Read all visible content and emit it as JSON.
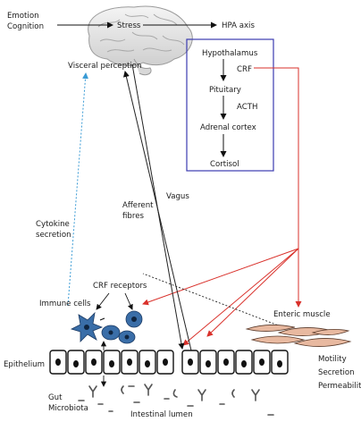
{
  "labels": {
    "emotion": "Emotion",
    "cognition": "Cognition",
    "stress": "Stress",
    "hpa_axis": "HPA axis",
    "visceral_perception": "Visceral perception",
    "hypothalamus": "Hypothalamus",
    "crf": "CRF",
    "pituitary": "Pituitary",
    "acth": "ACTH",
    "adrenal_cortex": "Adrenal cortex",
    "cortisol": "Cortisol",
    "vagus": "Vagus",
    "afferent": "Afferent",
    "fibres": "fibres",
    "cytokine": "Cytokine",
    "secretion_left": "secretion",
    "immune_cells": "Immune cells",
    "crf_receptors": "CRF receptors",
    "enteric_muscle": "Enteric muscle",
    "epithelium": "Epithelium",
    "motility": "Motility",
    "secretion": "Secretion",
    "permeability": "Permeability",
    "gut": "Gut",
    "microbiota": "Microbiota",
    "intestinal_lumen": "Intestinal lumen"
  },
  "colors": {
    "hpa_box": "#3b3bb0",
    "red_arrow": "#d9312b",
    "blue_dotted": "#3a9bd5",
    "immune_cell": "#3a6ea8",
    "muscle_fill": "#e8b9a0"
  },
  "icons": {
    "brain": "brain-icon",
    "immune": "immune-cell-icon",
    "muscle": "smooth-muscle-icon"
  }
}
